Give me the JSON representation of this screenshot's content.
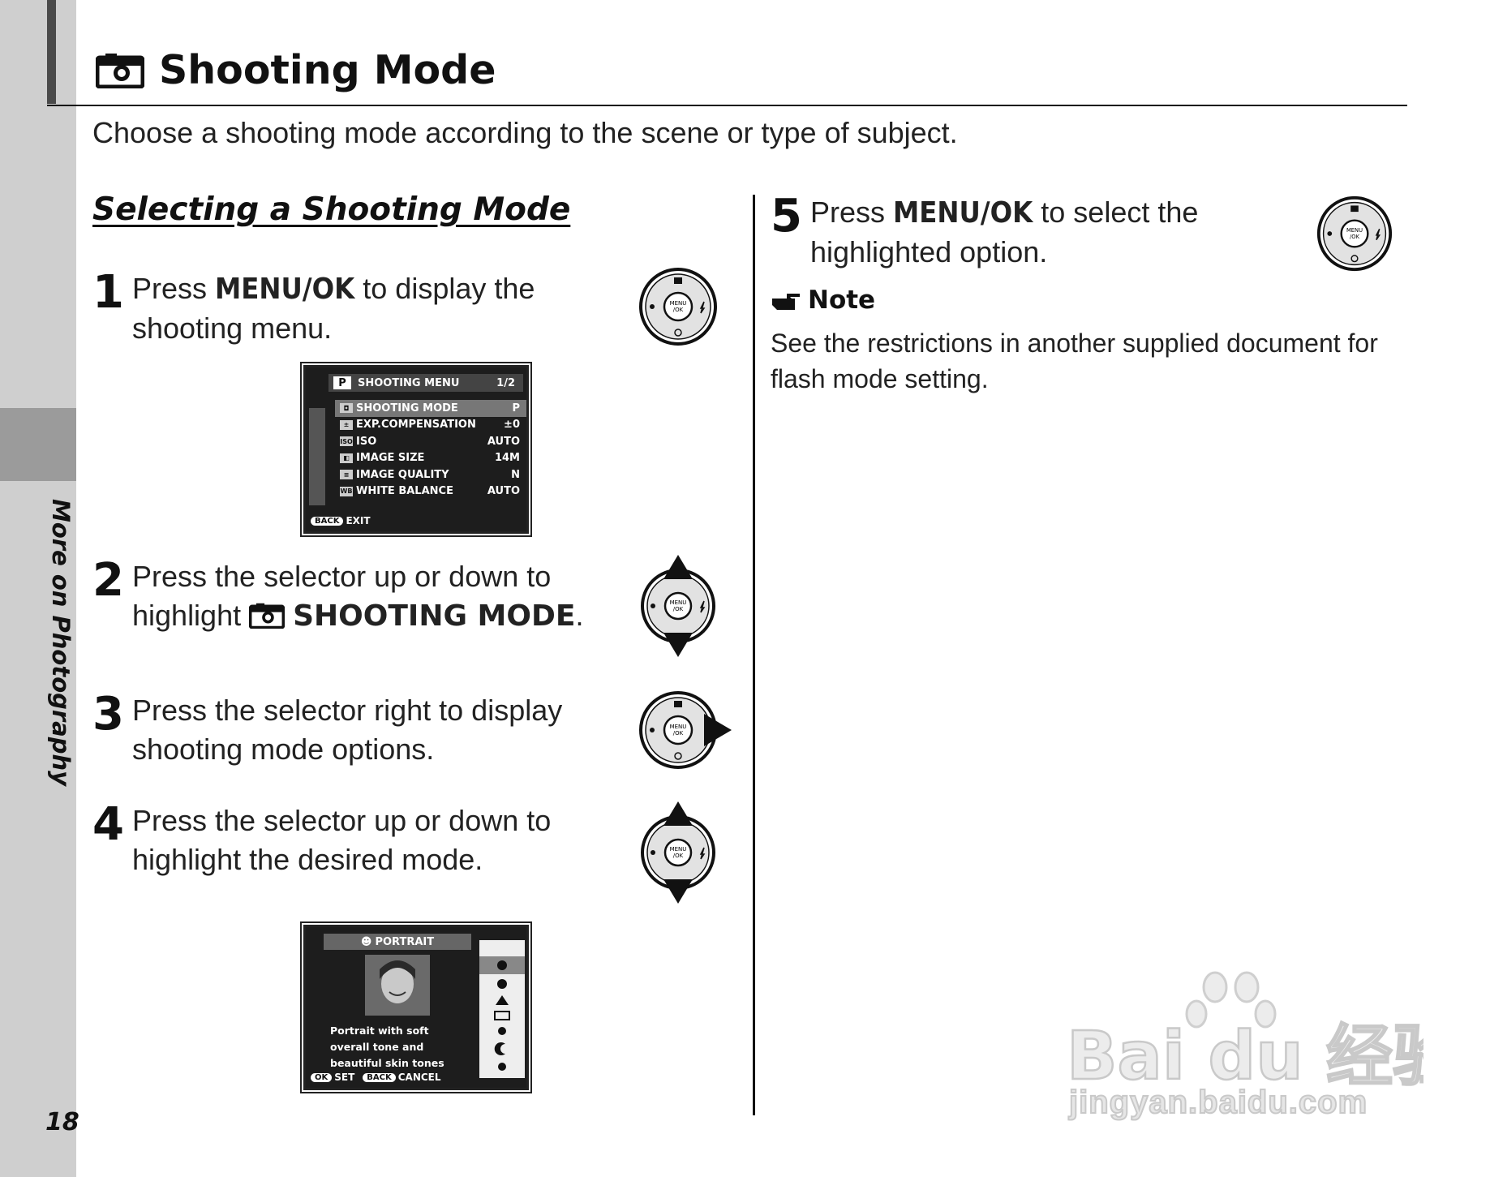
{
  "page": {
    "side_title": "More on Photography",
    "page_number": "18",
    "title": "Shooting Mode",
    "intro": "Choose a shooting mode according to the scene or type of subject.",
    "section_heading": "Selecting a Shooting Mode"
  },
  "steps": [
    {
      "num": "1",
      "pre": "Press ",
      "key": "MENU/OK",
      "post": " to display the shooting menu."
    },
    {
      "num": "2",
      "pre": "Press the selector up or down to highlight ",
      "key": "SHOOTING MODE",
      "post": "."
    },
    {
      "num": "3",
      "text": "Press the selector right to display shooting mode options."
    },
    {
      "num": "4",
      "text": "Press the selector up or down to highlight the desired mode."
    },
    {
      "num": "5",
      "pre": "Press ",
      "key": "MENU/OK",
      "post": " to select the highlighted option."
    }
  ],
  "dial": {
    "center_label_1": "MENU",
    "center_label_2": "/OK"
  },
  "shooting_menu": {
    "mode_letter": "P",
    "title": "SHOOTING MENU",
    "page": "1/2",
    "rows": [
      {
        "icon": "camera",
        "label": "SHOOTING MODE",
        "value": "P"
      },
      {
        "icon": "exp",
        "label": "EXP.COMPENSATION",
        "value": "±0"
      },
      {
        "icon": "ISO",
        "label": "ISO",
        "value": "AUTO"
      },
      {
        "icon": "size",
        "label": "IMAGE SIZE",
        "value": "14M"
      },
      {
        "icon": "quality",
        "label": "IMAGE QUALITY",
        "value": "N"
      },
      {
        "icon": "WB",
        "label": "WHITE BALANCE",
        "value": "AUTO"
      }
    ],
    "footer_key": "BACK",
    "footer_label": "EXIT"
  },
  "portrait_screen": {
    "title": "PORTRAIT",
    "description": [
      "Portrait with soft",
      "overall tone and",
      "beautiful skin tones"
    ],
    "ok_key": "OK",
    "ok_label": "SET",
    "back_key": "BACK",
    "back_label": "CANCEL"
  },
  "note": {
    "heading": "Note",
    "text": "See the restrictions in another supplied document for flash mode setting."
  },
  "watermark": {
    "brand": "Bai du 经验",
    "url": "jingyan.baidu.com"
  }
}
